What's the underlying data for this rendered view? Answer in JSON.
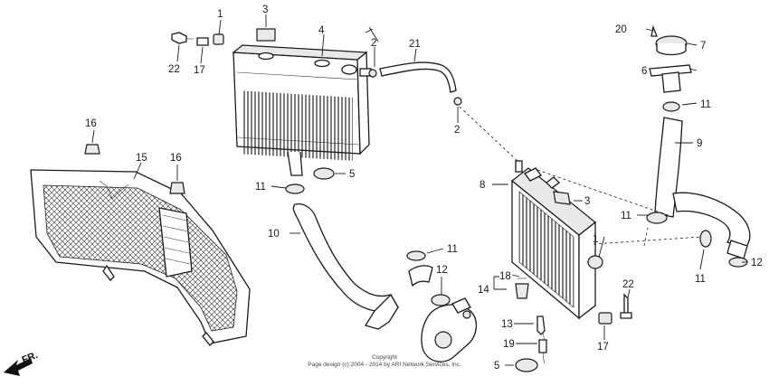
{
  "callouts": [
    {
      "id": "c1a",
      "label": "1"
    },
    {
      "id": "c1b",
      "label": "1"
    },
    {
      "id": "c2a",
      "label": "2"
    },
    {
      "id": "c2b",
      "label": "2"
    },
    {
      "id": "c3a",
      "label": "3"
    },
    {
      "id": "c3b",
      "label": "3"
    },
    {
      "id": "c4",
      "label": "4"
    },
    {
      "id": "c5a",
      "label": "5"
    },
    {
      "id": "c5b",
      "label": "5"
    },
    {
      "id": "c6",
      "label": "6"
    },
    {
      "id": "c7",
      "label": "7"
    },
    {
      "id": "c8",
      "label": "8"
    },
    {
      "id": "c9",
      "label": "9"
    },
    {
      "id": "c10",
      "label": "10"
    },
    {
      "id": "c11a",
      "label": "11"
    },
    {
      "id": "c11b",
      "label": "11"
    },
    {
      "id": "c11c",
      "label": "11"
    },
    {
      "id": "c11d",
      "label": "11"
    },
    {
      "id": "c11e",
      "label": "11"
    },
    {
      "id": "c12a",
      "label": "12"
    },
    {
      "id": "c12b",
      "label": "12"
    },
    {
      "id": "c13",
      "label": "13"
    },
    {
      "id": "c14",
      "label": "14"
    },
    {
      "id": "c15",
      "label": "15"
    },
    {
      "id": "c16a",
      "label": "16"
    },
    {
      "id": "c16b",
      "label": "16"
    },
    {
      "id": "c17a",
      "label": "17"
    },
    {
      "id": "c17b",
      "label": "17"
    },
    {
      "id": "c18",
      "label": "18"
    },
    {
      "id": "c19",
      "label": "19"
    },
    {
      "id": "c20",
      "label": "20"
    },
    {
      "id": "c21",
      "label": "21"
    },
    {
      "id": "c22a",
      "label": "22"
    },
    {
      "id": "c22b",
      "label": "22"
    }
  ],
  "direction_marker": "FR.",
  "copyright": {
    "line1": "Copyright",
    "line2": "Page design (c) 2004 - 2014 by ARI Network Services, Inc."
  }
}
